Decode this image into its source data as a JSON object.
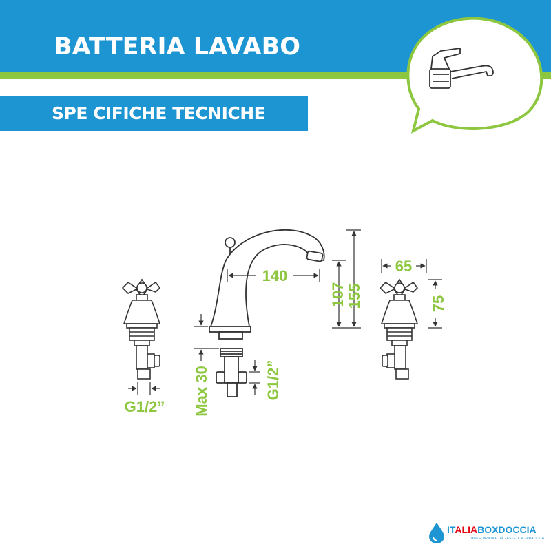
{
  "header": {
    "title": "BATTERIA LAVABO",
    "subtitle": "SPE CIFICHE TECNICHE"
  },
  "dimensions": {
    "spout_reach": "140",
    "height_107": "107",
    "height_155": "155",
    "handle_width": "65",
    "handle_height": "75",
    "max_30": "Max 30",
    "thread_left": "G1/2”",
    "thread_center": "G1/2”"
  },
  "brand": {
    "prefix": "IT",
    "highlight": "ALIA",
    "name": "BOXDOCCIA",
    "tagline": "100% FUNZIONALITÀ · ESTETICA · PRATICITÀ"
  },
  "colors": {
    "blue": "#1e95d3",
    "green": "#8dc63f",
    "line": "#333333"
  }
}
